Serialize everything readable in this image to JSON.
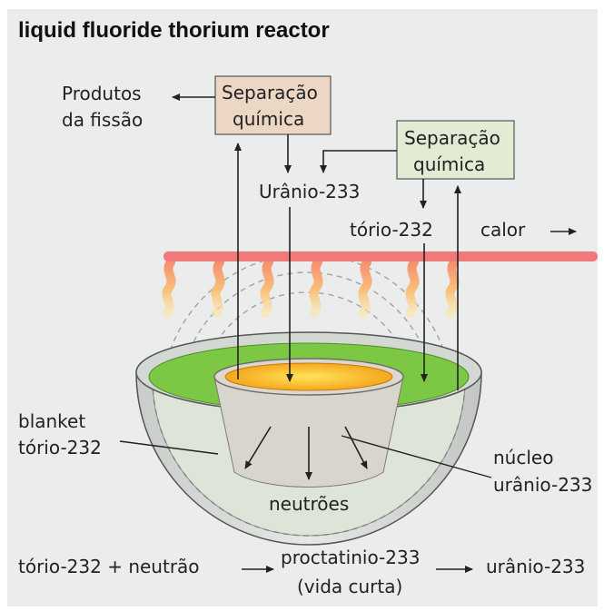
{
  "title": "liquid fluoride thorium reactor",
  "labels": {
    "fission_products_line1": "Produtos",
    "fission_products_line2": "da fissão",
    "separation_left_line1": "Separação",
    "separation_left_line2": "química",
    "separation_right_line1": "Separação",
    "separation_right_line2": "química",
    "uranium_233": "Urânio-233",
    "thorium_232": "tório-232",
    "heat": "calor",
    "blanket_line1": "blanket",
    "blanket_line2": "tório-232",
    "core_line1": "núcleo",
    "core_line2": "urânio-233",
    "neutrons": "neutrões"
  },
  "reaction": {
    "reactant": "tório-232 + neutrão",
    "intermediate_line1": "proctatinio-233",
    "intermediate_line2": "(vida curta)",
    "product": "urânio-233"
  },
  "colors": {
    "background": "#ebecec",
    "box_left_fill": "#ecd6c4",
    "box_right_fill": "#e2ebd4",
    "heat_pipe": "#f07a7a",
    "blanket_green": "#7cc845",
    "core_orange": "#f7a21b",
    "core_yellow": "#ffd23c",
    "vessel": "#cfd2cf"
  }
}
